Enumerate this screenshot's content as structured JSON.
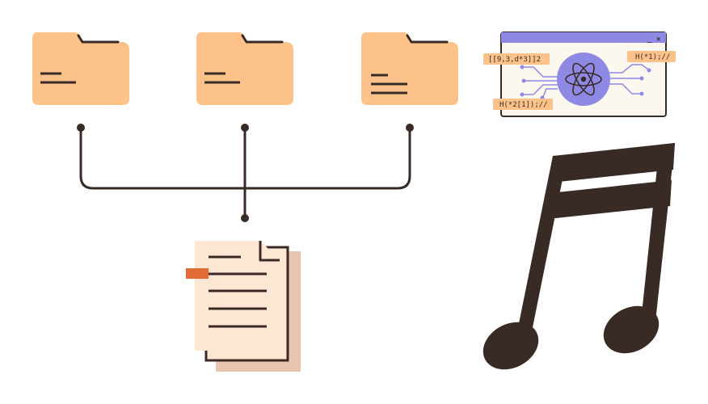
{
  "colors": {
    "folder": "#fcc28a",
    "ink": "#3a2a26",
    "paper_front": "#fde6d2",
    "paper_back": "#e9c4ae",
    "accent_tab": "#e26a35",
    "window_bar": "#8f89e6",
    "window_bg": "#fcf8ef",
    "atom_circle": "#8f89e6",
    "label_bg": "#fcc28a",
    "circuit": "#8f89e6"
  },
  "icons": {
    "folders": [
      "folder-icon",
      "folder-icon",
      "folder-icon"
    ],
    "document": "document-stack-icon",
    "window": "code-window-icon",
    "atom": "atom-icon",
    "music": "music-note-icon"
  },
  "code_window": {
    "minimize": "_",
    "close": "×",
    "labels": [
      "[[9,3,d*3]]2",
      "H(*1);//",
      "H(*2[1]);//"
    ]
  }
}
